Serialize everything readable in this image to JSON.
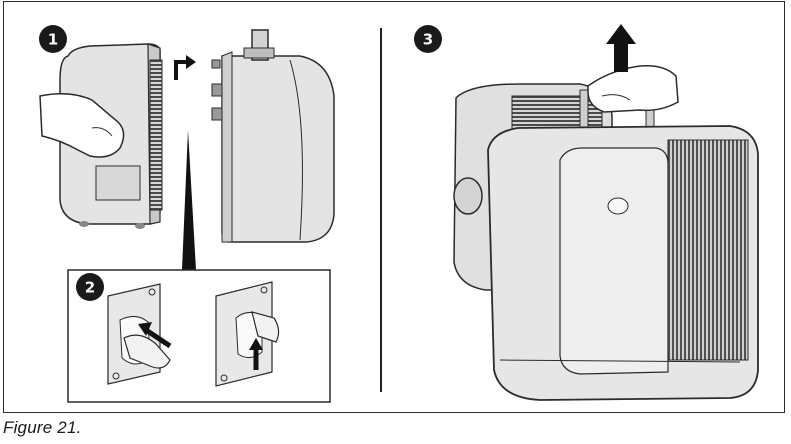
{
  "figure": {
    "caption": "Figure 21.",
    "steps": [
      {
        "number": "1"
      },
      {
        "number": "2"
      },
      {
        "number": "3"
      }
    ]
  },
  "colors": {
    "outline": "#2b2b2b",
    "unit_body": "#e4e4e4",
    "unit_shade": "#c9c9c9",
    "badge": "#1a1a1a",
    "arrow": "#111111"
  }
}
